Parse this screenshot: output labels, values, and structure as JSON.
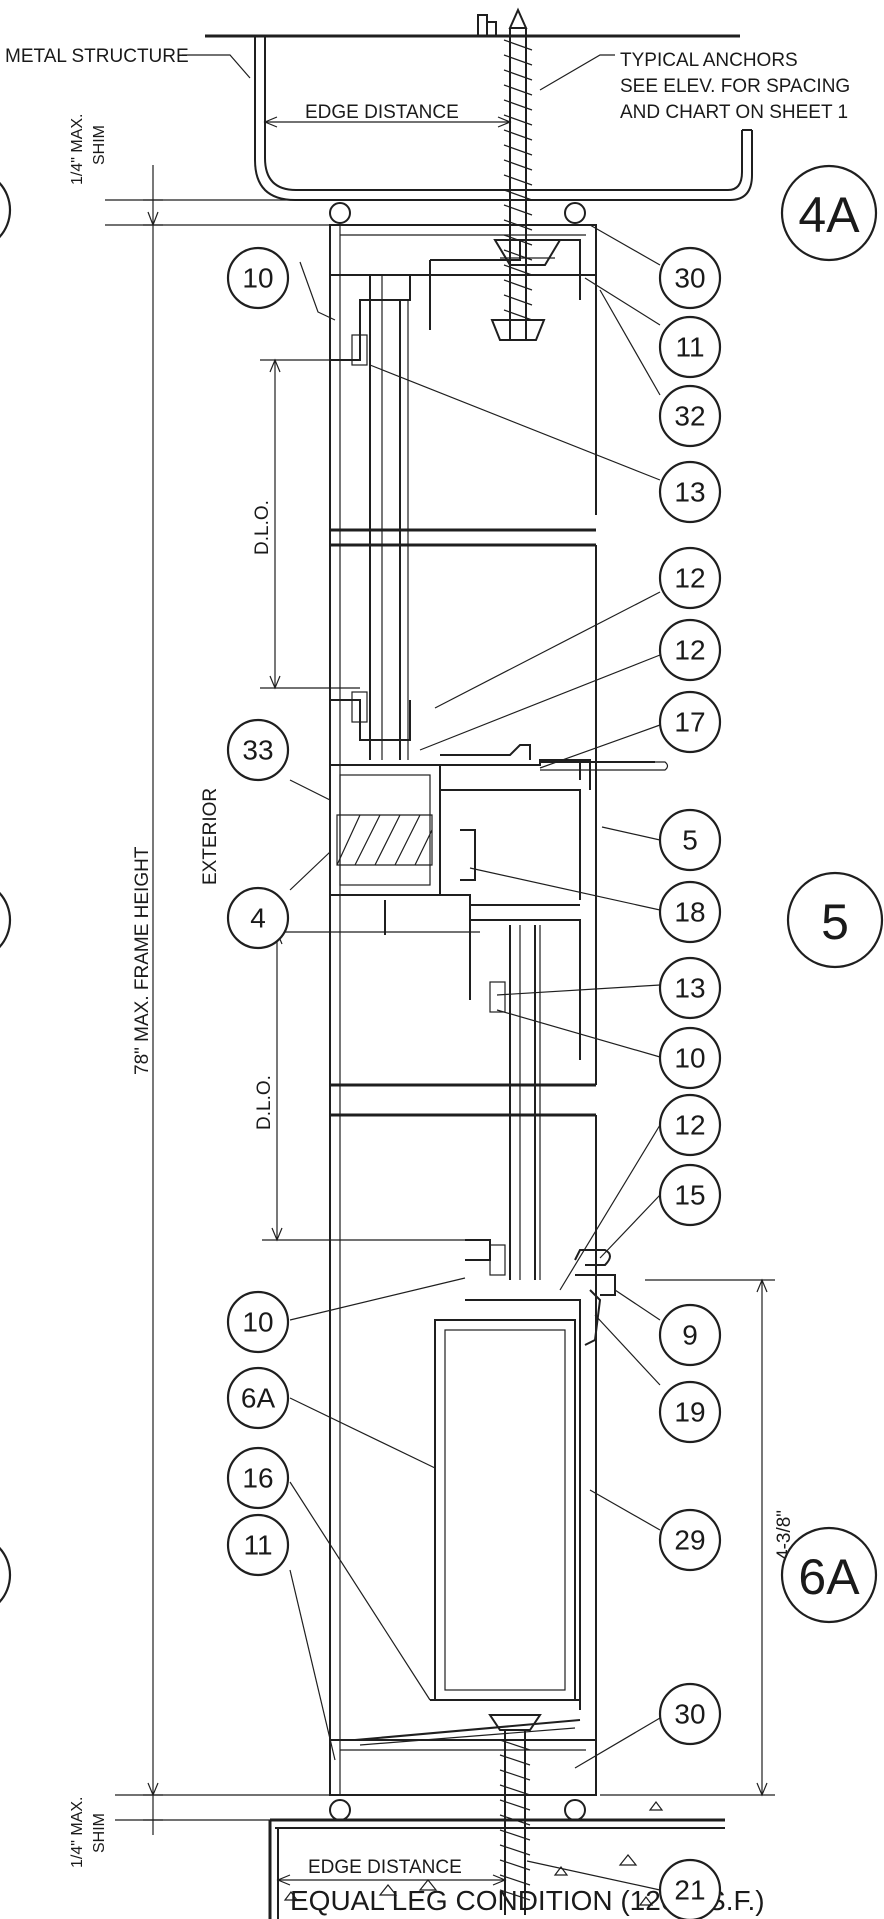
{
  "labels": {
    "metal_structure": "METAL STRUCTURE",
    "typical_anchors_1": "TYPICAL ANCHORS",
    "typical_anchors_2": "SEE ELEV. FOR SPACING",
    "typical_anchors_3": "AND CHART ON SHEET 1",
    "edge_distance_top": "EDGE DISTANCE",
    "edge_distance_bottom": "EDGE DISTANCE",
    "shim_top_1": "1/4\" MAX.",
    "shim_top_2": "SHIM",
    "shim_bottom_1": "1/4\" MAX.",
    "shim_bottom_2": "SHIM",
    "frame_height": "78\" MAX. FRAME HEIGHT",
    "exterior": "EXTERIOR",
    "dlo_1": "D.L.O.",
    "dlo_2": "D.L.O.",
    "dim_4_3_8": "4-3/8\"",
    "caption": "EQUAL LEG  CONDITION (120 P.S.F.)"
  },
  "section_markers": [
    "4A",
    "5",
    "6A"
  ],
  "callouts": {
    "c10a": "10",
    "c30a": "30",
    "c11a": "11",
    "c32": "32",
    "c13a": "13",
    "c12a": "12",
    "c12b": "12",
    "c17": "17",
    "c33": "33",
    "c5": "5",
    "c4": "4",
    "c18": "18",
    "c13b": "13",
    "c10b": "10",
    "c12c": "12",
    "c15": "15",
    "c10c": "10",
    "c9": "9",
    "c6a": "6A",
    "c19": "19",
    "c16": "16",
    "c29": "29",
    "c11b": "11",
    "c30b": "30",
    "c21": "21"
  }
}
